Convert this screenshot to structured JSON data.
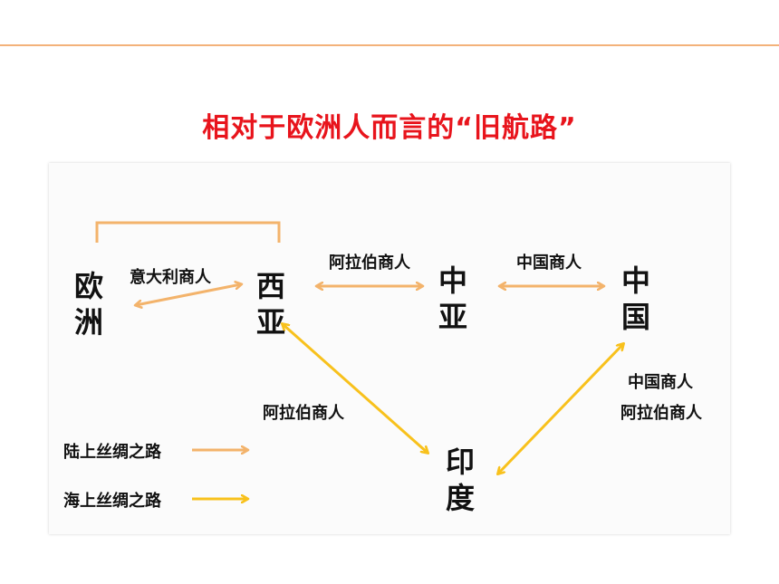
{
  "title": "相对于欧洲人而言的“旧航路”",
  "nodes": {
    "europe_line1": "欧",
    "europe_line2": "洲",
    "west_asia_line1": "西",
    "west_asia_line2": "亚",
    "central_asia_line1": "中",
    "central_asia_line2": "亚",
    "china_line1": "中",
    "china_line2": "国",
    "india_line1": "印",
    "india_line2": "度"
  },
  "edges": {
    "europe_west_asia": "意大利商人",
    "west_asia_central_asia": "阿拉伯商人",
    "central_asia_china": "中国商人",
    "west_asia_india": "阿拉伯商人",
    "china_india_1": "中国商人",
    "china_india_2": "阿拉伯商人"
  },
  "legend": {
    "land_route": "陆上丝绸之路",
    "sea_route": "海上丝绸之路"
  },
  "colors": {
    "title": "#e8141c",
    "land_route": "#f3b36b",
    "sea_route": "#f8c11c",
    "rule": "#f3b27a"
  }
}
